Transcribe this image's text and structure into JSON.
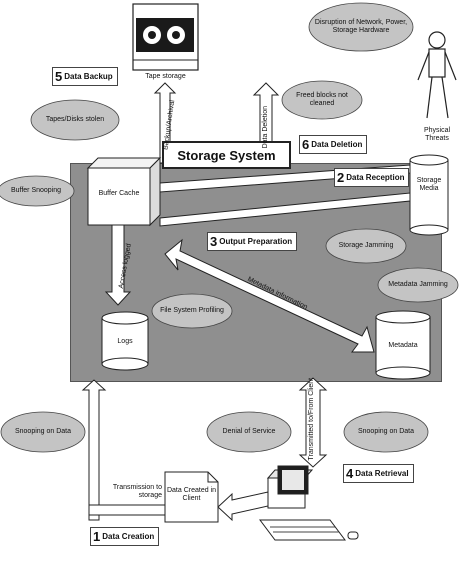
{
  "title": "Storage System",
  "steps": [
    {
      "num": "1",
      "label": "Data Creation"
    },
    {
      "num": "2",
      "label": "Data Reception"
    },
    {
      "num": "3",
      "label": "Output Preparation"
    },
    {
      "num": "4",
      "label": "Data Retrieval"
    },
    {
      "num": "5",
      "label": "Data Backup"
    },
    {
      "num": "6",
      "label": "Data Deletion"
    }
  ],
  "components": {
    "tape_storage": "Tape storage",
    "buffer_cache": "Buffer Cache",
    "storage_media": "Storage Media",
    "logs": "Logs",
    "metadata": "Metadata",
    "client_doc": "Data Created in Client",
    "physical_threats": "Physical Threats"
  },
  "threats": {
    "disruption": "Disruption of Network, Power, Storage Hardware",
    "tapes_stolen": "Tapes/Disks stolen",
    "freed_blocks": "Freed blocks not cleaned",
    "buffer_snooping": "Buffer Snooping",
    "storage_jamming": "Storage Jamming",
    "metadata_jamming": "Metadata Jamming",
    "fs_profiling": "File System Profiling",
    "snooping_left": "Snooping on Data",
    "denial": "Denial of Service",
    "snooping_right": "Snooping on Data"
  },
  "flows": {
    "backup": "Backup/Archival",
    "deletion": "Data Deletion",
    "access_logged": "Access logged",
    "metadata_info": "Metadata information",
    "transmitted": "Transmitted to/From Client",
    "transmission": "Transmission to storage"
  }
}
